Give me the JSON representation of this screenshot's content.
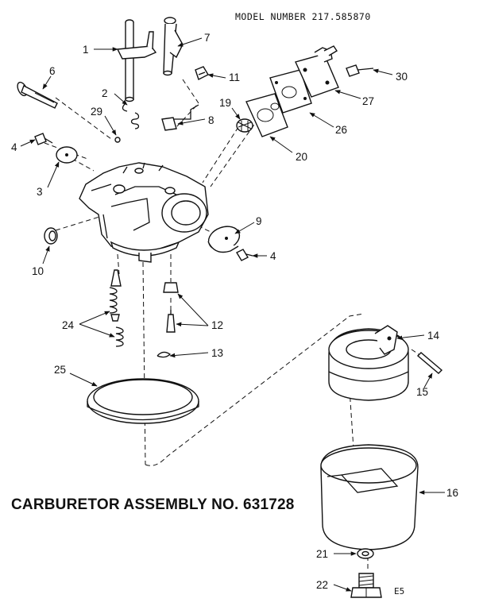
{
  "header": {
    "model_number": "MODEL NUMBER 217.585870"
  },
  "title": "CARBURETOR ASSEMBLY NO. 631728",
  "page_code": "E5",
  "callouts": {
    "c1": "1",
    "c2": "2",
    "c3": "3",
    "c4a": "4",
    "c4b": "4",
    "c6": "6",
    "c7": "7",
    "c8": "8",
    "c9": "9",
    "c10": "10",
    "c11": "11",
    "c12": "12",
    "c13": "13",
    "c14": "14",
    "c15": "15",
    "c16": "16",
    "c19": "19",
    "c20": "20",
    "c21": "21",
    "c22": "22",
    "c24": "24",
    "c25": "25",
    "c26": "26",
    "c27": "27",
    "c29": "29",
    "c30": "30"
  }
}
